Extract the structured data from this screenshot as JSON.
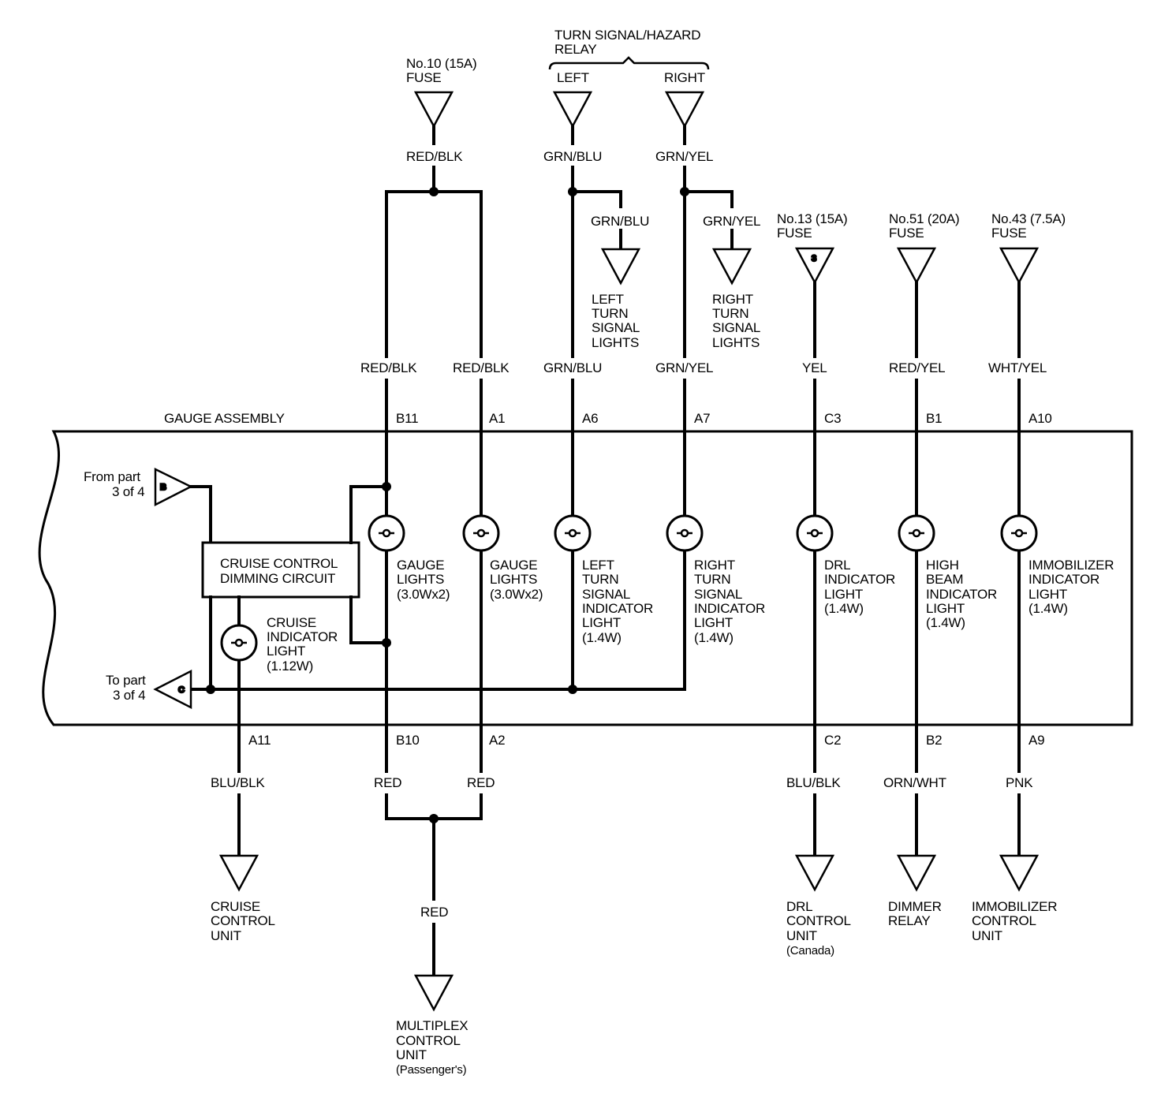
{
  "relay": {
    "title_line1": "TURN SIGNAL/HAZARD",
    "title_line2": "RELAY",
    "left": "LEFT",
    "right": "RIGHT"
  },
  "fuses": {
    "fuse10": [
      "No.10 (15A)",
      "FUSE"
    ],
    "fuse13": [
      "No.13 (15A)",
      "FUSE"
    ],
    "fuse13_marker": "3",
    "fuse51": [
      "No.51 (20A)",
      "FUSE"
    ],
    "fuse43": [
      "No.43 (7.5A)",
      "FUSE"
    ]
  },
  "wires": {
    "red_blk": "RED/BLK",
    "grn_blu": "GRN/BLU",
    "grn_yel": "GRN/YEL",
    "yel": "YEL",
    "red_yel": "RED/YEL",
    "wht_yel": "WHT/YEL",
    "blu_blk": "BLU/BLK",
    "red": "RED",
    "orn_wht": "ORN/WHT",
    "pnk": "PNK"
  },
  "loads": {
    "left_turn": [
      "LEFT",
      "TURN",
      "SIGNAL",
      "LIGHTS"
    ],
    "right_turn": [
      "RIGHT",
      "TURN",
      "SIGNAL",
      "LIGHTS"
    ]
  },
  "gauge": {
    "title": "GAUGE ASSEMBLY",
    "pins_top": [
      "B11",
      "A1",
      "A6",
      "A7",
      "C3",
      "B1",
      "A10"
    ],
    "pins_bottom": [
      "A11",
      "B10",
      "A2",
      "C2",
      "B2",
      "A9"
    ],
    "from_part": [
      "From part",
      "3 of 4"
    ],
    "from_marker": "B",
    "to_part": [
      "To part",
      "3 of 4"
    ],
    "to_marker": "C",
    "dimming": [
      "CRUISE CONTROL",
      "DIMMING CIRCUIT"
    ],
    "cruise_light": [
      "CRUISE",
      "INDICATOR",
      "LIGHT",
      "(1.12W)"
    ],
    "gauge_lights_1": [
      "GAUGE",
      "LIGHTS",
      "(3.0Wx2)"
    ],
    "gauge_lights_2": [
      "GAUGE",
      "LIGHTS",
      "(3.0Wx2)"
    ],
    "left_turn_ind": [
      "LEFT",
      "TURN",
      "SIGNAL",
      "INDICATOR",
      "LIGHT",
      "(1.4W)"
    ],
    "right_turn_ind": [
      "RIGHT",
      "TURN",
      "SIGNAL",
      "INDICATOR",
      "LIGHT",
      "(1.4W)"
    ],
    "drl_ind": [
      "DRL",
      "INDICATOR",
      "LIGHT",
      "(1.4W)"
    ],
    "high_beam_ind": [
      "HIGH",
      "BEAM",
      "INDICATOR",
      "LIGHT",
      "(1.4W)"
    ],
    "immob_ind": [
      "IMMOBILIZER",
      "INDICATOR",
      "LIGHT",
      "(1.4W)"
    ]
  },
  "destinations": {
    "cruise_unit": [
      "CRUISE",
      "CONTROL",
      "UNIT"
    ],
    "multiplex": [
      "MULTIPLEX",
      "CONTROL",
      "UNIT",
      "(Passenger's)"
    ],
    "drl_unit": [
      "DRL",
      "CONTROL",
      "UNIT",
      "(Canada)"
    ],
    "dimmer": [
      "DIMMER",
      "RELAY"
    ],
    "immob_unit": [
      "IMMOBILIZER",
      "CONTROL",
      "UNIT"
    ]
  }
}
